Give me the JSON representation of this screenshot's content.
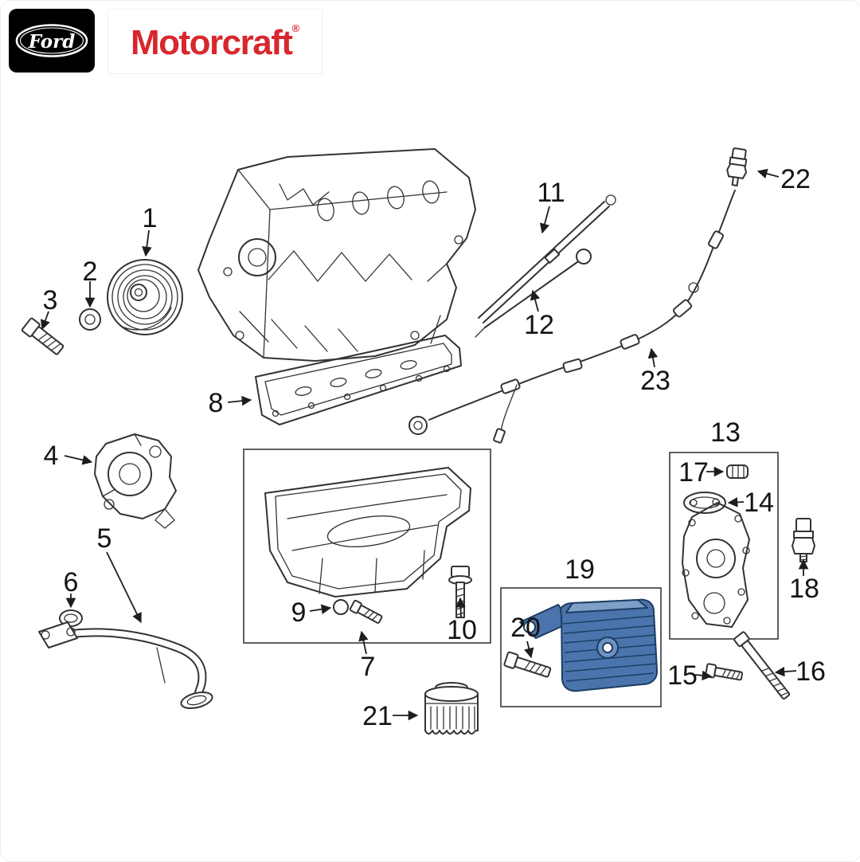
{
  "header": {
    "ford": {
      "label": "Ford"
    },
    "motorcraft": {
      "label": "Motorcraft",
      "reg": "®"
    }
  },
  "colors": {
    "motorcraft_red": "#d7282e",
    "line": "#333333",
    "highlight_blue": "#4a74ab",
    "highlight_blue_light": "#7ea0c8",
    "highlight_blue_mid": "#6e93bf"
  },
  "diagram": {
    "callout_labels": [
      "1",
      "2",
      "3",
      "4",
      "5",
      "6",
      "7",
      "8",
      "9",
      "10",
      "11",
      "12",
      "13",
      "14",
      "15",
      "16",
      "17",
      "18",
      "19",
      "20",
      "21",
      "22",
      "23"
    ]
  }
}
